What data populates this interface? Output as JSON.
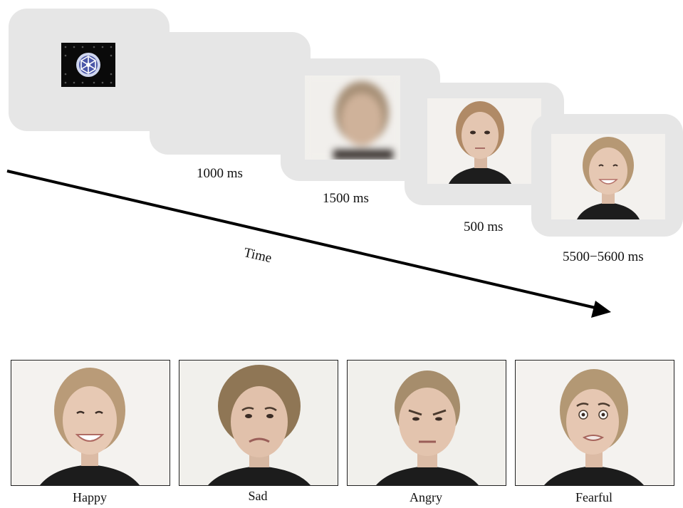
{
  "timeline": {
    "durations": [
      "1000 ms",
      "1500 ms",
      "500 ms",
      "5500−5600 ms"
    ],
    "time_label": "Time",
    "fixation_icon": "fixation-pattern-icon"
  },
  "emotions": [
    "Happy",
    "Sad",
    "Angry",
    "Fearful"
  ],
  "colors": {
    "screen": "#e6e6e6",
    "photo_bg": "#f2f1ee",
    "arrow": "#000000"
  }
}
